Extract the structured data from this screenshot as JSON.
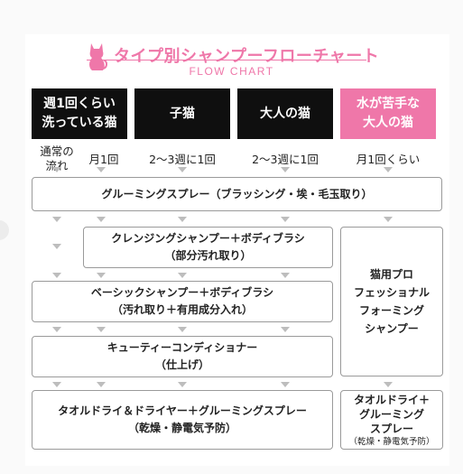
{
  "title": "タイプ別シャンプーフローチャート",
  "subtitle": "FLOW CHART",
  "headers": [
    {
      "text": "週1回くらい\n洗っている猫"
    },
    {
      "text": "子猫"
    },
    {
      "text": "大人の猫"
    },
    {
      "text": "水が苦手な\n大人の猫"
    }
  ],
  "frequency": {
    "row_label": "通常の\n流れ",
    "values": [
      "月1回",
      "2〜3週に1回",
      "2〜3週に1回",
      "月1回くらい"
    ]
  },
  "steps": {
    "grooming_spray": "グルーミングスプレー（ブラッシング・埃・毛玉取り）",
    "cleansing": "クレンジングシャンプー＋ボディブラシ\n（部分汚れ取り）",
    "basic": "ベーシックシャンプー＋ボディブラシ\n（汚れ取り＋有用成分入れ）",
    "conditioner": "キューティーコンディショナー\n（仕上げ）",
    "towel": "タオルドライ＆ドライヤー＋グルーミングスプレー\n（乾燥・静電気予防）",
    "foaming": "猫用プロ\nフェッショナル\nフォーミング\nシャンプー",
    "towel_spray_main": "タオルドライ＋\nグルーミング\nスプレー",
    "towel_spray_note": "（乾燥・静電気予防）"
  },
  "colors": {
    "accent": "#ef77a9",
    "header_dark": "#0f0f0f"
  },
  "icon": "cat-icon"
}
